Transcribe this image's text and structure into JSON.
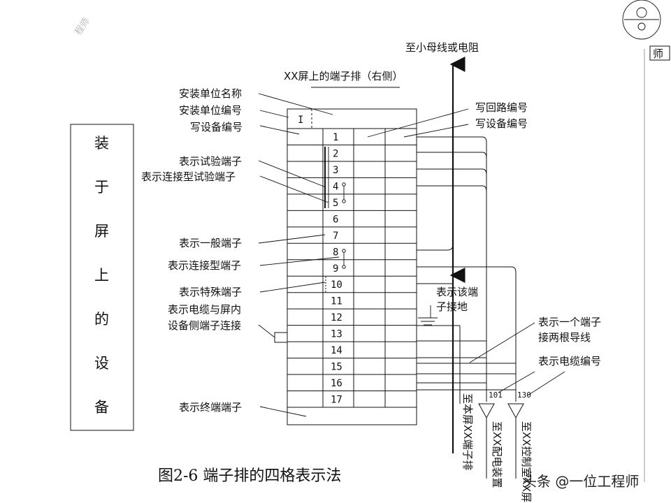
{
  "watermark_corner": "程师",
  "watermark_corner_right": "师",
  "top_arrow_label": "至小母线或电阻",
  "strip_title": "XX屏上的端子排（右侧）",
  "box_label_chars": [
    "装",
    "于",
    "屏",
    "上",
    "的",
    "设",
    "备"
  ],
  "unit_number": "I",
  "terminals": [
    "1",
    "2",
    "3",
    "4",
    "5",
    "6",
    "7",
    "8",
    "9",
    "10",
    "11",
    "12",
    "13",
    "14",
    "15",
    "16",
    "17"
  ],
  "left_labels": {
    "unit_name": "安装单位名称",
    "unit_no": "安装单位编号",
    "device_no": "写设备编号",
    "test_terminal": "表示试验端子",
    "link_test_terminal": "表示连接型试验端子",
    "general_terminal": "表示一般端子",
    "link_terminal": "表示连接型端子",
    "special_terminal": "表示特殊端子",
    "cable_conn_line1": "表示电缆与屏内",
    "cable_conn_line2": "设备侧端子连接",
    "end_terminal": "表示终端端子"
  },
  "right_labels": {
    "circuit_no": "写回路编号",
    "device_no": "写设备编号",
    "ground_line1": "表示该端",
    "ground_line2": "子接地",
    "two_wire_line1": "表示一个端子",
    "two_wire_line2": "接两根导线",
    "cable_no": "表示电缆编号"
  },
  "cables": [
    "101",
    "130"
  ],
  "bottom_vertical": [
    "至本屏XX端子排",
    "至XX配电装置",
    "至XX控制室XX屏"
  ],
  "caption": "图2-6   端子排的四格表示法",
  "watermark_brand": "头条 @一位工程师"
}
